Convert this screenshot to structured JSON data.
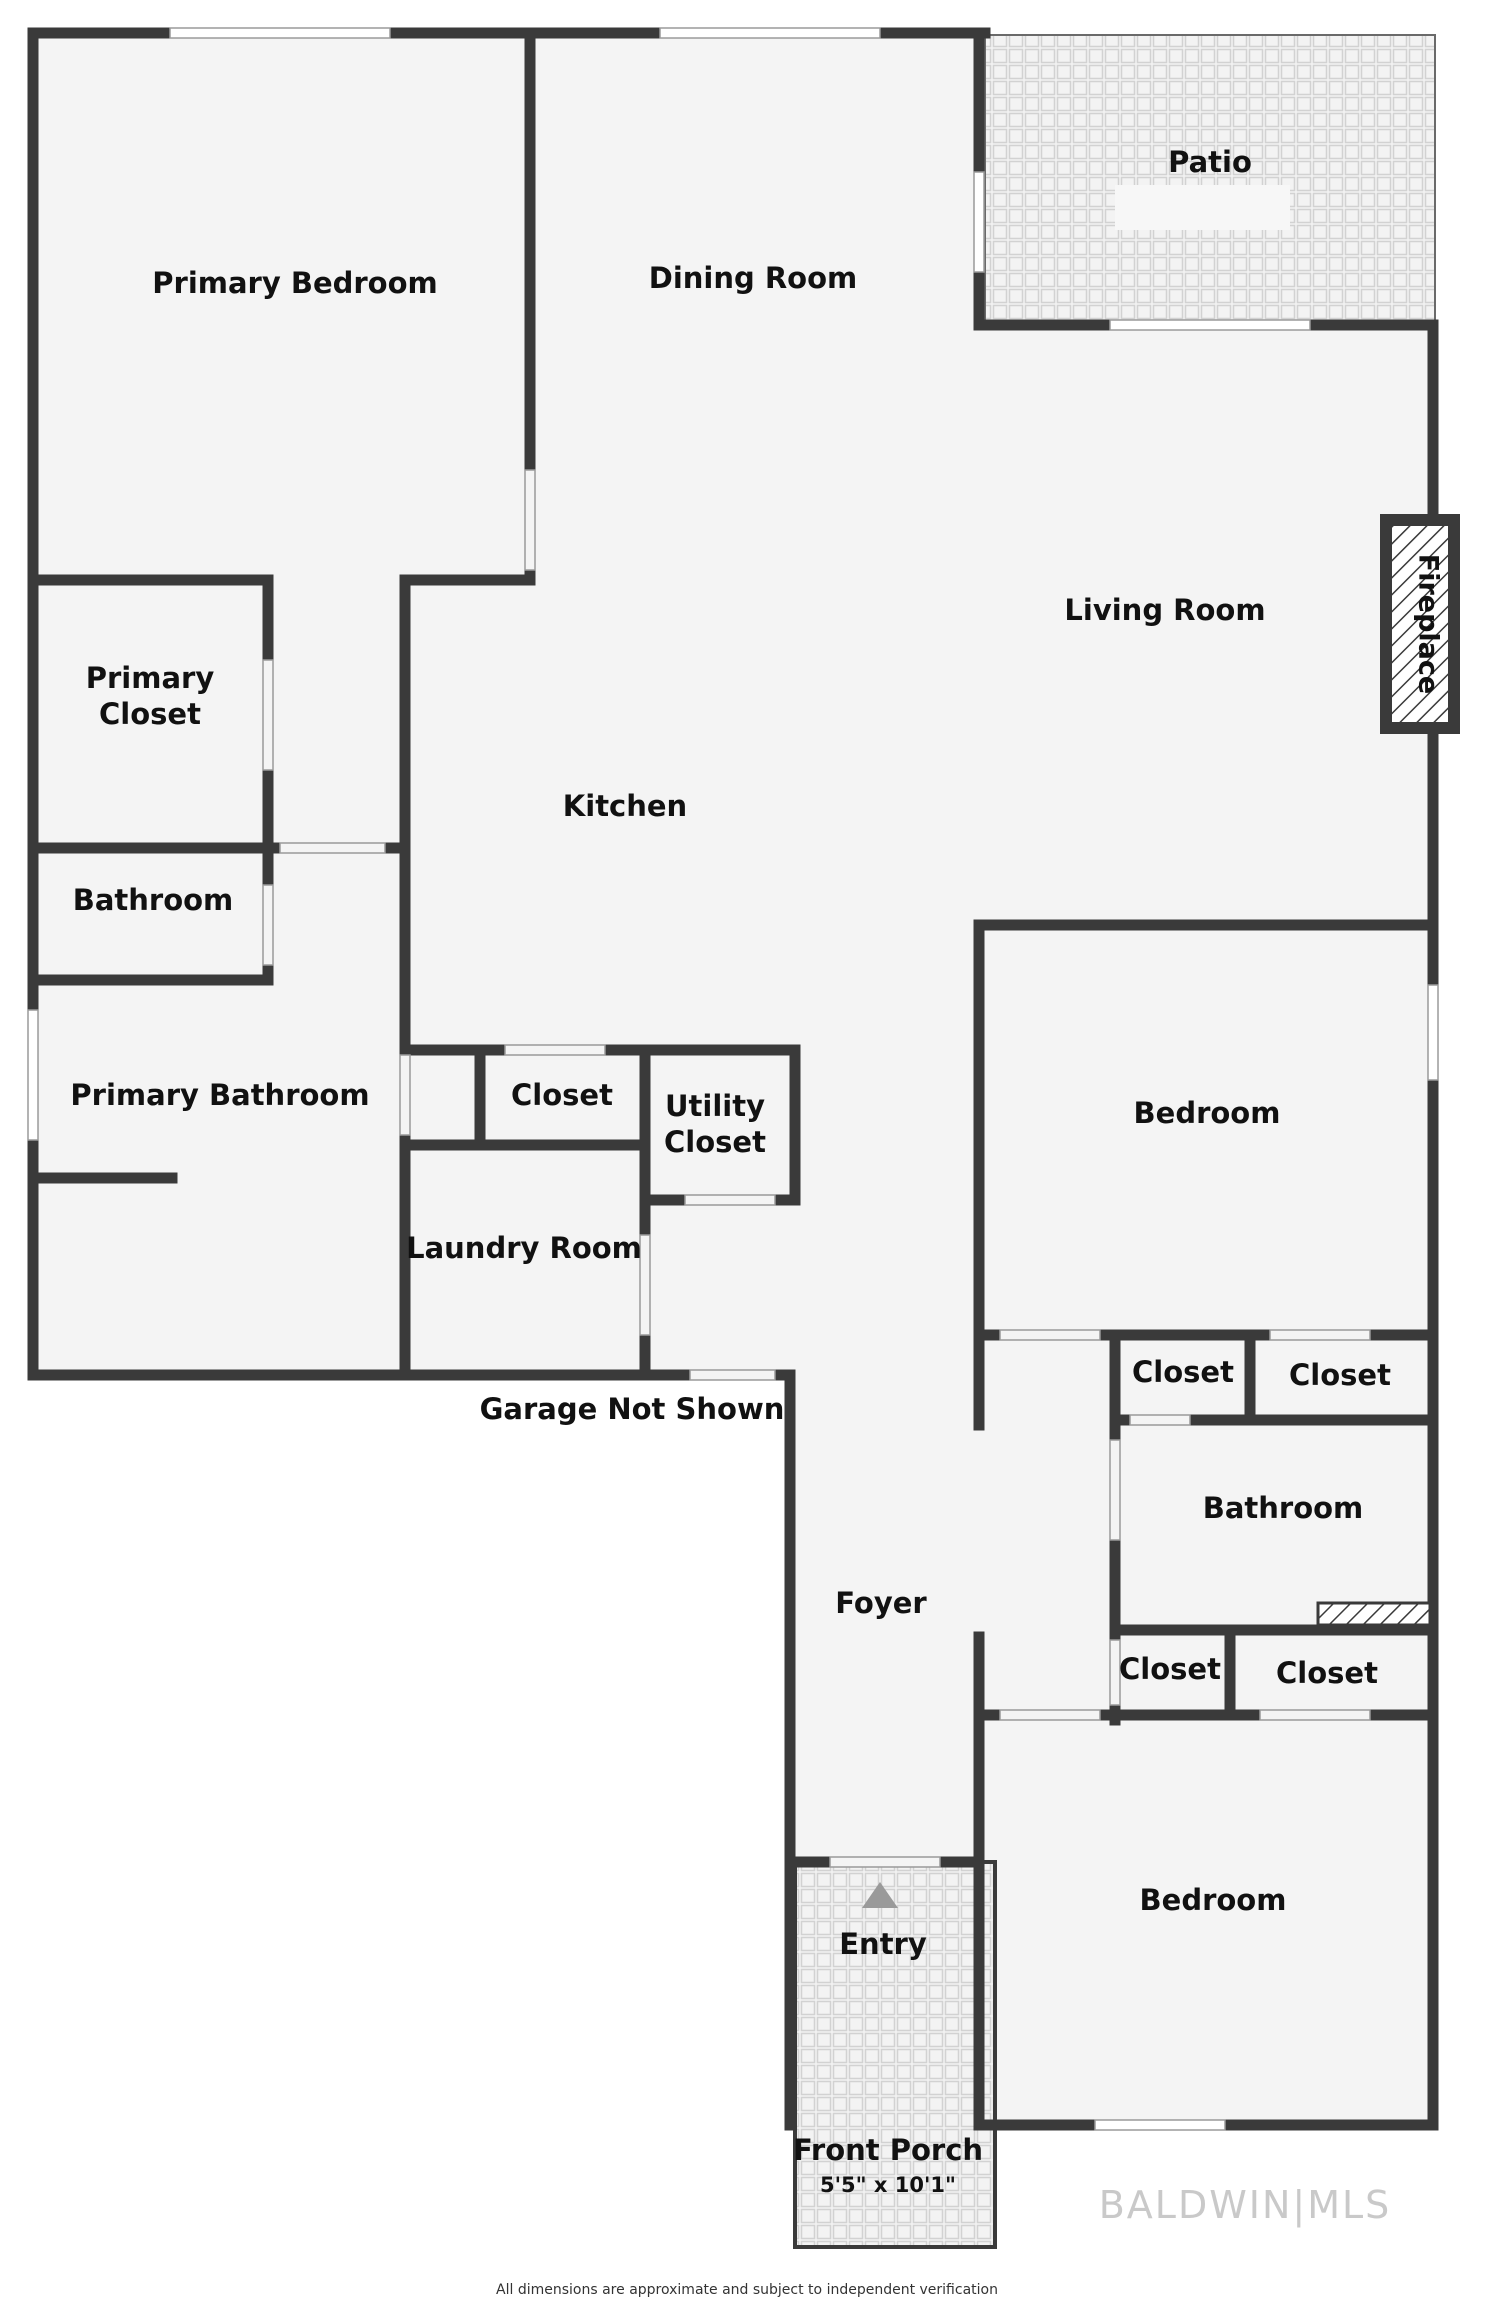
{
  "rooms": {
    "patio": "Patio",
    "primary_bedroom": "Primary Bedroom",
    "dining_room": "Dining Room",
    "living_room": "Living Room",
    "fireplace": "Fireplace",
    "primary_closet": "Primary\nCloset",
    "kitchen": "Kitchen",
    "bathroom_primary_wing": "Bathroom",
    "primary_bathroom": "Primary Bathroom",
    "closet_hall": "Closet",
    "utility_closet": "Utility\nCloset",
    "laundry_room": "Laundry Room",
    "bedroom_upper": "Bedroom",
    "closet_upper_left": "Closet",
    "closet_upper_right": "Closet",
    "garage_note": "Garage Not Shown",
    "bathroom_right_wing": "Bathroom",
    "foyer": "Foyer",
    "closet_lower_left": "Closet",
    "closet_lower_right": "Closet",
    "bedroom_lower": "Bedroom",
    "entry": "Entry",
    "front_porch": "Front Porch",
    "front_porch_dimensions": "5'5\" x 10'1\""
  },
  "watermark": "BALDWIN|MLS",
  "footer": "All dimensions are approximate and subject to independent verification",
  "colors": {
    "wall": "#3a3a3a",
    "floor": "#f4f4f4",
    "outdoor_tile": "#e6e6e6",
    "window": "#ffffff",
    "background": "#ffffff"
  }
}
